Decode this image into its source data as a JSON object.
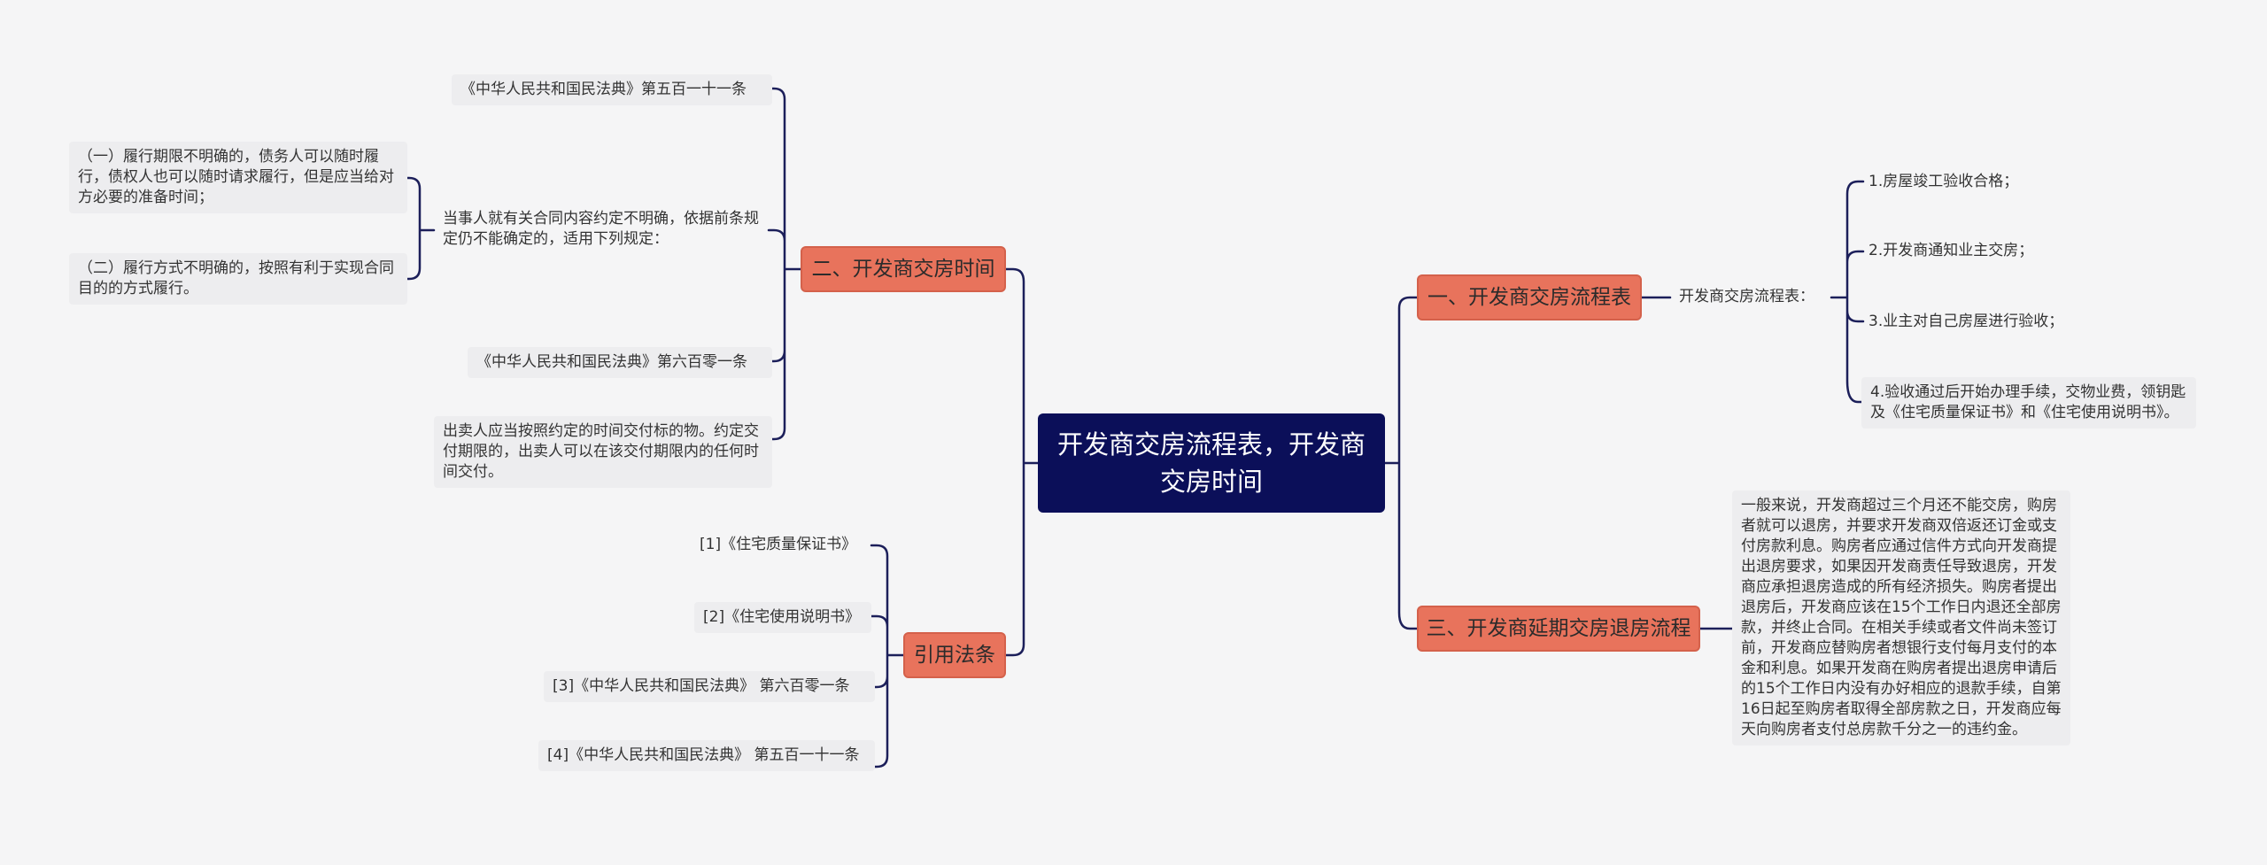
{
  "root": {
    "title": "开发商交房流程表，开发商交房时间"
  },
  "branches": {
    "b1": {
      "label": "一、开发商交房流程表"
    },
    "b2": {
      "label": "二、开发商交房时间"
    },
    "b3": {
      "label": "三、开发商延期交房退房流程"
    },
    "b4": {
      "label": "引用法条"
    }
  },
  "b1_children": {
    "sub": "开发商交房流程表：",
    "steps": [
      "1.房屋竣工验收合格；",
      "2.开发商通知业主交房；",
      "3.业主对自己房屋进行验收；",
      "4.验收通过后开始办理手续，交物业费，领钥匙及《住宅质量保证书》和《住宅使用说明书》。"
    ]
  },
  "b2_children": {
    "law1": "《中华人民共和国民法典》第五百一十一条",
    "rule": "当事人就有关合同内容约定不明确，依据前条规定仍不能确定的，适用下列规定：",
    "rule_items": [
      "（一）履行期限不明确的，债务人可以随时履行，债权人也可以随时请求履行，但是应当给对方必要的准备时间；",
      "（二）履行方式不明确的，按照有利于实现合同目的的方式履行。"
    ],
    "law2": "《中华人民共和国民法典》第六百零一条",
    "law2_text": "出卖人应当按照约定的时间交付标的物。约定交付期限的，出卖人可以在该交付期限内的任何时间交付。"
  },
  "b3_children": {
    "text": "一般来说，开发商超过三个月还不能交房，购房者就可以退房，并要求开发商双倍返还订金或支付房款利息。购房者应通过信件方式向开发商提出退房要求，如果因开发商责任导致退房，开发商应承担退房造成的所有经济损失。购房者提出退房后，开发商应该在15个工作日内退还全部房款，并终止合同。在相关手续或者文件尚未签订前，开发商应替购房者想银行支付每月支付的本金和利息。如果开发商在购房者提出退房申请后的15个工作日内没有办好相应的退款手续，自第16日起至购房者取得全部房款之日，开发商应每天向购房者支付总房款千分之一的违约金。"
  },
  "b4_children": {
    "refs": [
      "[1]《住宅质量保证书》",
      "[2]《住宅使用说明书》",
      "[3]《中华人民共和国民法典》 第六百零一条",
      "[4]《中华人民共和国民法典》 第五百一十一条"
    ]
  },
  "colors": {
    "root_bg": "#0b0f59",
    "branch_bg": "#e8735c",
    "leaf_bg": "#ededef",
    "line": "#1c1f5a"
  }
}
